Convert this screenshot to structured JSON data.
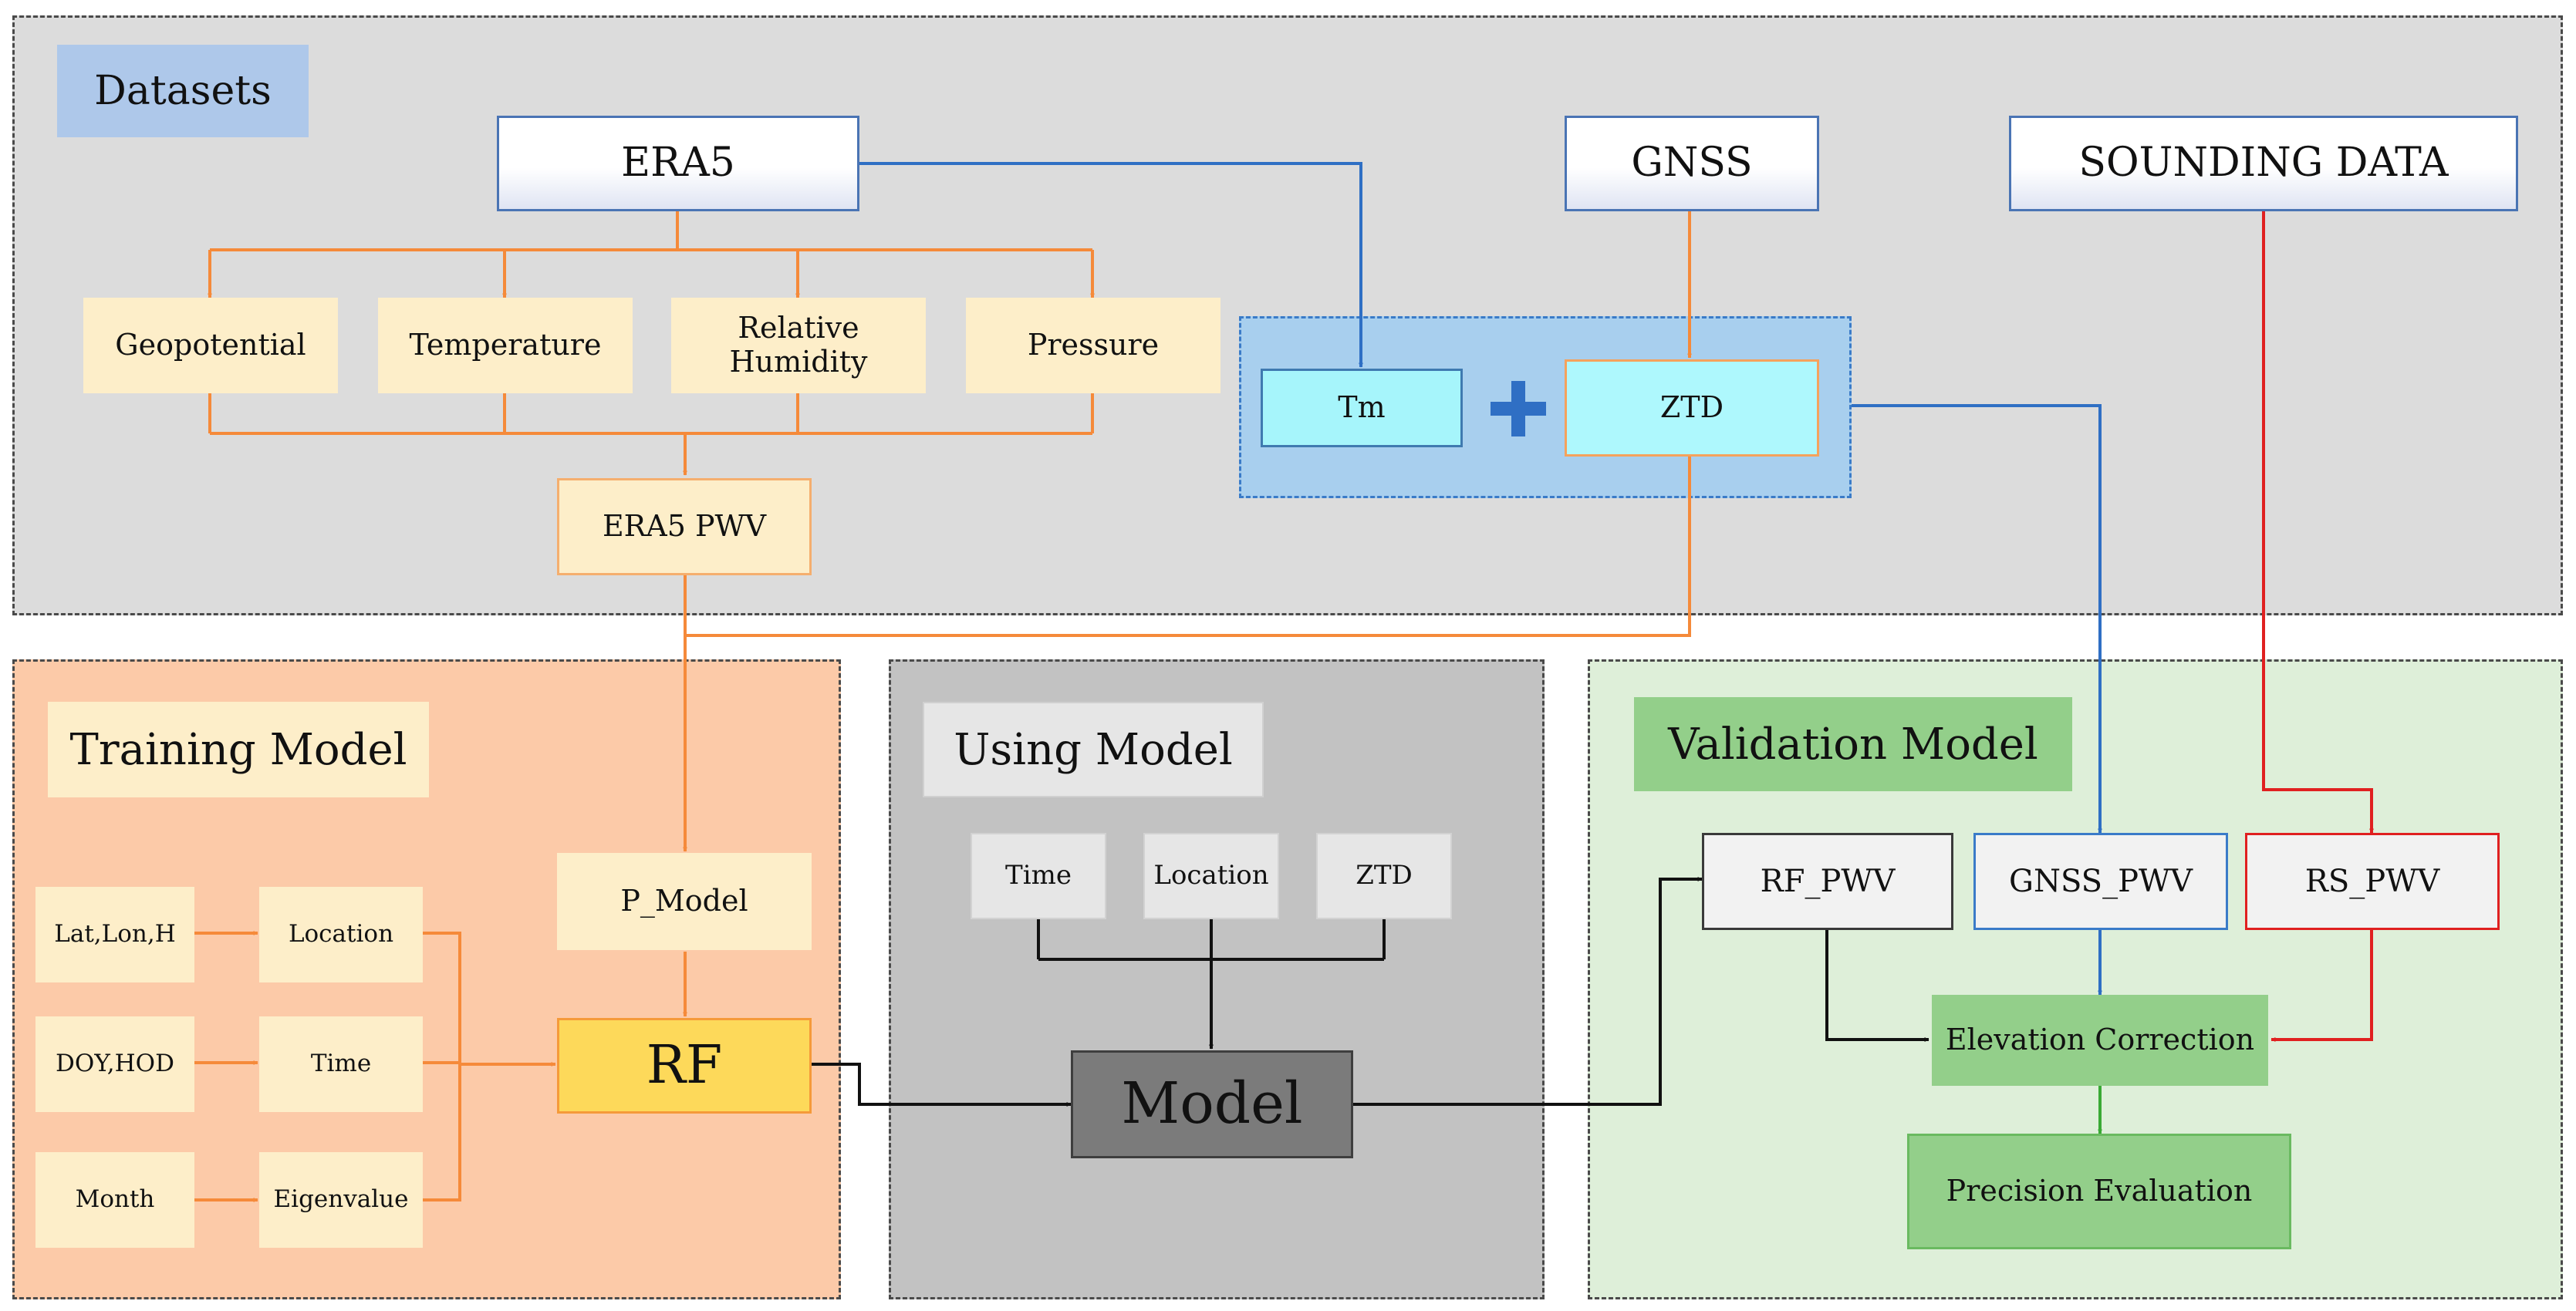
{
  "sections": {
    "datasets": "Datasets",
    "training": "Training Model",
    "using": "Using Model",
    "validation": "Validation Model"
  },
  "sources": {
    "era5": "ERA5",
    "gnss": "GNSS",
    "sounding": "SOUNDING DATA"
  },
  "era5_vars": [
    "Geopotential",
    "Temperature",
    "Relative Humidity",
    "Pressure"
  ],
  "era5_pwv": "ERA5 PWV",
  "gnss_combo": {
    "tm": "Tm",
    "plus": "+",
    "ztd": "ZTD"
  },
  "training": {
    "inputs": [
      "Lat,Lon,H",
      "DOY,HOD",
      "Month"
    ],
    "features": [
      "Location",
      "Time",
      "Eigenvalue"
    ],
    "p_model": "P_Model",
    "rf": "RF"
  },
  "using": {
    "inputs": [
      "Time",
      "Location",
      "ZTD"
    ],
    "model": "Model"
  },
  "validation": {
    "rf_pwv": "RF_PWV",
    "gnss_pwv": "GNSS_PWV",
    "rs_pwv": "RS_PWV",
    "elevation": "Elevation Correction",
    "precision": "Precision Evaluation"
  },
  "colors": {
    "orange": "#f58a3a",
    "blue": "#2f6fc4",
    "red": "#e02020",
    "green": "#3aaa35",
    "black": "#111111"
  }
}
